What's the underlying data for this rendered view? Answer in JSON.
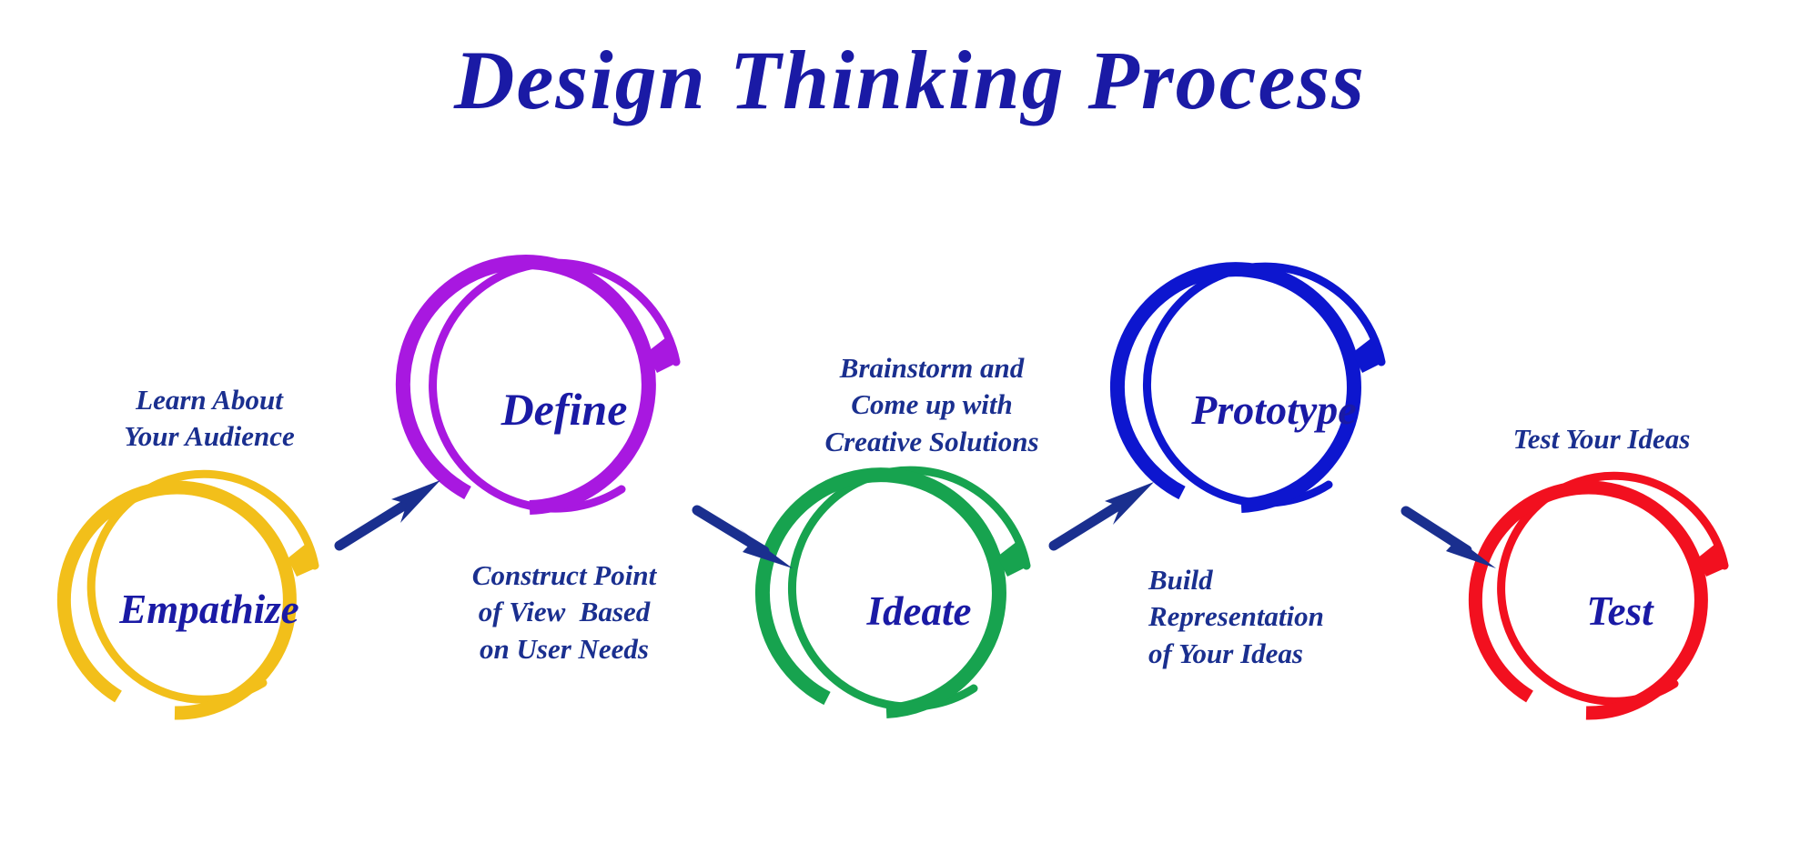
{
  "title": "Design Thinking Process",
  "colors": {
    "title": "#1a1aa5",
    "caption": "#1a2f8f",
    "node_label": "#1a1aa5",
    "arrow": "#1a2f8f",
    "empathize": "#f2bf1a",
    "define": "#a818e0",
    "ideate": "#17a34f",
    "prototype": "#0d16cf",
    "test": "#f2101f",
    "background": "#ffffff"
  },
  "stages": [
    {
      "id": "empathize",
      "label": "Empathize",
      "ring_color": "#f2bf1a",
      "caption_lines": [
        "Learn About",
        "Your Audience"
      ],
      "caption_align": "center",
      "caption_position": "above"
    },
    {
      "id": "define",
      "label": "Define",
      "ring_color": "#a818e0",
      "caption_lines": [
        "Construct Point",
        "of View  Based",
        "on User Needs"
      ],
      "caption_align": "center",
      "caption_position": "below"
    },
    {
      "id": "ideate",
      "label": "Ideate",
      "ring_color": "#17a34f",
      "caption_lines": [
        "Brainstorm and",
        "Come up with",
        "Creative Solutions"
      ],
      "caption_align": "center",
      "caption_position": "above"
    },
    {
      "id": "prototype",
      "label": "Prototype",
      "ring_color": "#0d16cf",
      "caption_lines": [
        "Build",
        "Representation",
        "of Your Ideas"
      ],
      "caption_align": "left",
      "caption_position": "below"
    },
    {
      "id": "test",
      "label": "Test",
      "ring_color": "#f2101f",
      "caption_lines": [
        "Test Your Ideas"
      ],
      "caption_align": "center",
      "caption_position": "above"
    }
  ],
  "arrows": [
    {
      "id": "empathize-to-define",
      "direction": "up-right"
    },
    {
      "id": "define-to-ideate",
      "direction": "down-right"
    },
    {
      "id": "ideate-to-prototype",
      "direction": "up-right"
    },
    {
      "id": "prototype-to-test",
      "direction": "down-right"
    }
  ],
  "chart_data": {
    "type": "diagram",
    "title": "Design Thinking Process",
    "subtype": "linear-process-flow",
    "node_count": 5,
    "nodes": [
      {
        "name": "Empathize",
        "order": 1,
        "color": "#f2bf1a",
        "description": "Learn About Your Audience"
      },
      {
        "name": "Define",
        "order": 2,
        "color": "#a818e0",
        "description": "Construct Point of View  Based on User Needs"
      },
      {
        "name": "Ideate",
        "order": 3,
        "color": "#17a34f",
        "description": "Brainstorm and Come up with Creative Solutions"
      },
      {
        "name": "Prototype",
        "order": 4,
        "color": "#0d16cf",
        "description": "Build Representation of Your Ideas"
      },
      {
        "name": "Test",
        "order": 5,
        "color": "#f2101f",
        "description": "Test Your Ideas"
      }
    ],
    "edges": [
      {
        "from": "Empathize",
        "to": "Define"
      },
      {
        "from": "Define",
        "to": "Ideate"
      },
      {
        "from": "Ideate",
        "to": "Prototype"
      },
      {
        "from": "Prototype",
        "to": "Test"
      }
    ]
  }
}
